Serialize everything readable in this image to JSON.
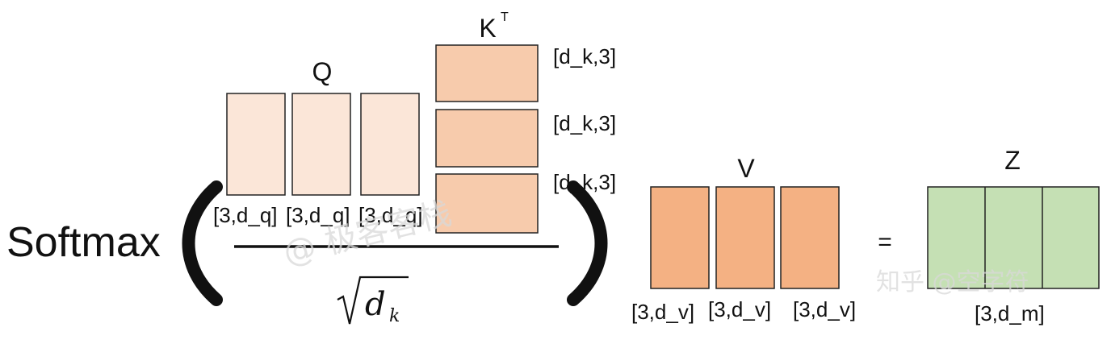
{
  "softmax": {
    "label": "Softmax",
    "open_paren": "(",
    "close_paren": ")"
  },
  "denominator": {
    "d": "d",
    "k": "k"
  },
  "Q": {
    "title": "Q",
    "color": "#fbe6d8",
    "blocks": [
      "[3,d_q]",
      "[3,d_q]",
      "[3,d_q]"
    ]
  },
  "KT": {
    "title": "K",
    "superscript": "T",
    "color": "#f7cbac",
    "blocks": [
      "[d_k,3]",
      "[d_k,3]",
      "[d_k,3]"
    ]
  },
  "V": {
    "title": "V",
    "color": "#f4b183",
    "blocks": [
      "[3,d_v]",
      "[3,d_v]",
      "[3,d_v]"
    ]
  },
  "equals": "=",
  "Z": {
    "title": "Z",
    "color": "#c5e0b4",
    "label": "[3,d_m]"
  },
  "watermarks": {
    "center": "@ 极客客栈",
    "corner": "知乎 @空字符"
  }
}
